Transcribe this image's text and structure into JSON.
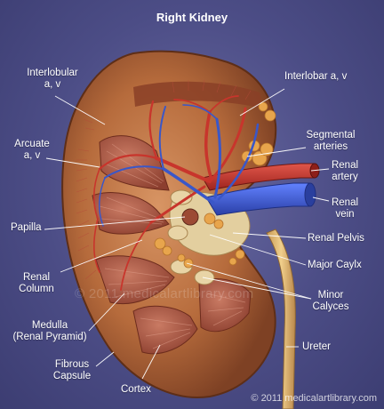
{
  "title": "Right Kidney",
  "labels": {
    "interlobular": [
      "Interlobular",
      "a, v"
    ],
    "interlobar": "Interlobar a, v",
    "arcuate": [
      "Arcuate",
      "a, v"
    ],
    "segmental": [
      "Segmental",
      "arteries"
    ],
    "renal_artery": [
      "Renal",
      "artery"
    ],
    "renal_vein": [
      "Renal",
      "vein"
    ],
    "papilla": "Papilla",
    "renal_pelvis": "Renal Pelvis",
    "major_calyx": "Major Caylx",
    "renal_column": [
      "Renal",
      "Column"
    ],
    "minor_calyces": [
      "Minor",
      "Calyces"
    ],
    "medulla": [
      "Medulla",
      "(Renal Pyramid)"
    ],
    "ureter": "Ureter",
    "fibrous_capsule": [
      "Fibrous",
      "Capsule"
    ],
    "cortex": "Cortex"
  },
  "watermark": "© 2011 medicalartlibrary.com",
  "copyright": "© 2011 medicalartlibrary.com",
  "colors": {
    "background": "#4c4d86",
    "artery": "#c8352c",
    "vein": "#3a57c8",
    "cortex": "#b96b3d",
    "medulla": "#a5533a",
    "fat": "#e8a54c"
  }
}
